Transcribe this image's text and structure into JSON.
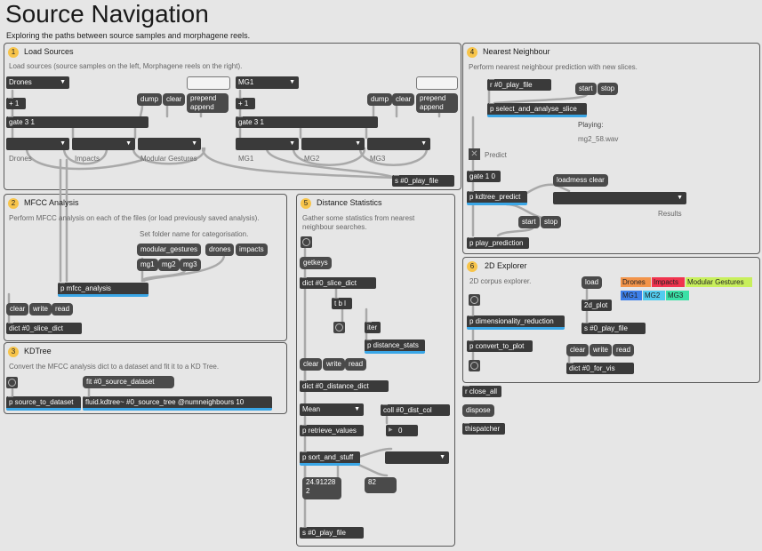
{
  "header": {
    "title": "Source Navigation",
    "subtitle": "Exploring the paths between source samples and morphagene reels."
  },
  "panels": {
    "load_sources": {
      "number": "1",
      "title": "Load Sources",
      "desc": "Load sources (source samples on the left, Morphagene reels on the right).",
      "drones_menu": "Drones",
      "mg1_menu": "MG1",
      "plus1": "+ 1",
      "gate31": "gate 3 1",
      "dump": "dump",
      "clear": "clear",
      "prepend_append": [
        "prepend",
        "append"
      ],
      "folder_labels": [
        "Drones",
        "Impacts",
        "Modular Gestures",
        "MG1",
        "MG2",
        "MG3"
      ],
      "play_file": "s #0_play_file"
    },
    "mfcc": {
      "number": "2",
      "title": "MFCC Analysis",
      "desc": "Perform MFCC analysis on each of the files (or load previously saved analysis).",
      "folder_label": "Set folder name for categorisation.",
      "folders": [
        "modular_gestures",
        "drones",
        "impacts",
        "mg1",
        "mg2",
        "mg3"
      ],
      "analysis": "p mfcc_analysis",
      "clear": "clear",
      "write": "write",
      "read": "read",
      "dict": "dict #0_slice_dict"
    },
    "kdtree": {
      "number": "3",
      "title": "KDTree",
      "desc": "Convert the MFCC analysis dict to a dataset and fit it to a KD Tree.",
      "fit_msg": "fit #0_source_dataset",
      "source_to_dataset": "p source_to_dataset",
      "fluid": "fluid.kdtree~ #0_source_tree @numneighbours 10"
    },
    "nearest": {
      "number": "4",
      "title": "Nearest Neighbour",
      "desc": "Perform nearest neighbour prediction with new slices.",
      "r_play": "r #0_play_file",
      "start": "start",
      "stop": "stop",
      "select_slice": "p select_and_analyse_slice",
      "playing_label": "Playing:",
      "playing_file": "mg2_58.wav",
      "predict_label": "Predict",
      "gate10": "gate 1 0",
      "kdtree_predict": "p kdtree_predict",
      "loadmess": "loadmess clear",
      "results_label": "Results",
      "play_prediction": "p play_prediction"
    },
    "distance": {
      "number": "5",
      "title": "Distance Statistics",
      "desc": [
        "Gather some statistics from nearest",
        "neighbour searches."
      ],
      "getkeys": "getkeys",
      "dict_slice": "dict #0_slice_dict",
      "tbl": "t b l",
      "iter": "iter",
      "distance_stats": "p distance_stats",
      "clear": "clear",
      "write": "write",
      "read": "read",
      "dict_distance": "dict #0_distance_dict",
      "mean_menu": "Mean",
      "coll": "coll #0_dist_col",
      "retrieve": "p retrieve_values",
      "num_zero": "0",
      "sort": "p sort_and_stuff",
      "value_a": [
        "24.91228",
        "2"
      ],
      "value_b": "82",
      "play_file": "s #0_play_file"
    },
    "explorer": {
      "number": "6",
      "title": "2D Explorer",
      "desc": "2D corpus explorer.",
      "load": "load",
      "plot": "2d_plot",
      "dim_red": "p dimensionality_reduction",
      "convert": "p convert_to_plot",
      "play_file": "s #0_play_file",
      "clear": "clear",
      "write": "write",
      "read": "read",
      "dict_vis": "dict #0_for_vis",
      "legend": [
        {
          "label": "Drones",
          "color": "#f2944a"
        },
        {
          "label": "Impacts",
          "color": "#f0344e"
        },
        {
          "label": "Modular Gestures",
          "color": "#c8ef5c"
        },
        {
          "label": "MG1",
          "color": "#3d7fe8"
        },
        {
          "label": "MG2",
          "color": "#52cbee"
        },
        {
          "label": "MG3",
          "color": "#3ae0a6"
        }
      ]
    }
  },
  "misc": {
    "close_all": "r close_all",
    "dispose": "dispose",
    "thispatcher": "thispatcher"
  },
  "colors": {
    "accent_blue": "#3aa6e6",
    "badge": "#f7c44a",
    "object": "#3a3a3a",
    "background": "#e6e6e6"
  }
}
